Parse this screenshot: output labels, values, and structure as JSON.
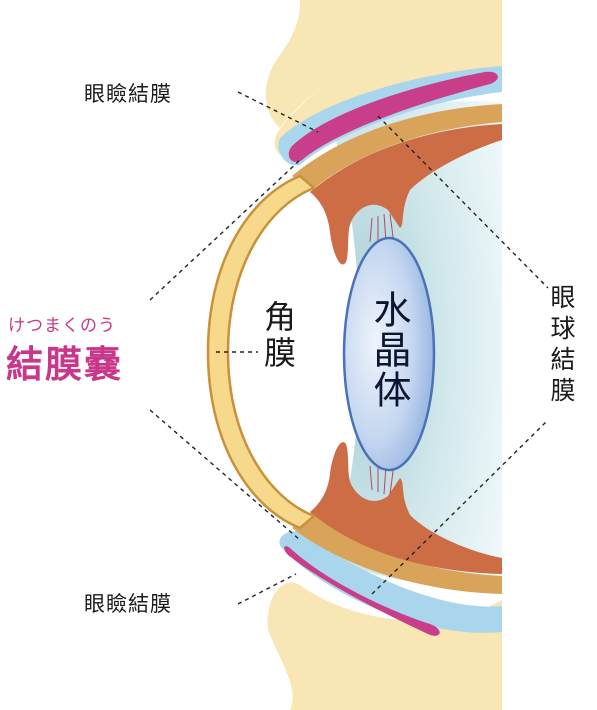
{
  "labels": {
    "palpebral_top": "眼瞼結膜",
    "palpebral_bottom": "眼瞼結膜",
    "bulbar": "眼球結膜",
    "cornea": "角膜",
    "lens": "水晶体",
    "sac_reading": "けつまくのう",
    "sac": "結膜嚢"
  },
  "colors": {
    "eyelid": "#f8e6b4",
    "conjunctiva_blue": "#a9d6ec",
    "palpebral_pink": "#c83e8a",
    "sclera_outline": "#c8913c",
    "iris_ciliary": "#cd6d45",
    "cornea_ring": "#f6d98a",
    "lens_fill": "#c7d8f0",
    "lens_edge": "#4a72b8",
    "vitreous": "#cfe8ec",
    "accent_magenta": "#c8378a"
  }
}
